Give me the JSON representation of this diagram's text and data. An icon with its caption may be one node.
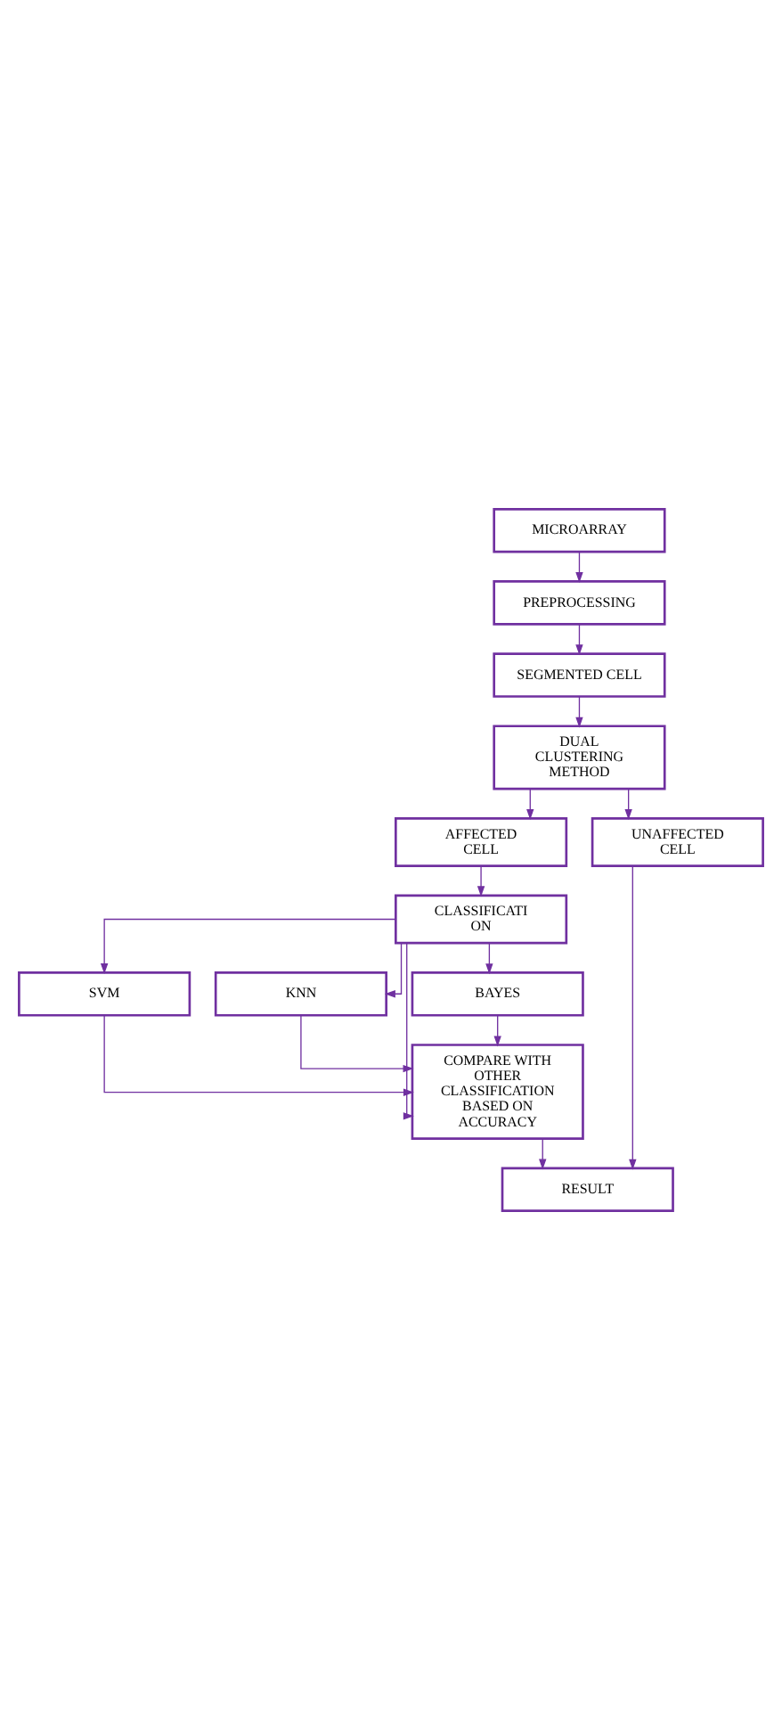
{
  "diagram": {
    "nodes": [
      {
        "text": [
          "MICROARRAY"
        ]
      },
      {
        "text": [
          "PREPROCESSING"
        ]
      },
      {
        "text": [
          "SEGMENTED CELL"
        ]
      },
      {
        "text": [
          "DUAL CLUSTERING METHOD"
        ]
      },
      {
        "text": [
          "AFFECTED CELL"
        ]
      },
      {
        "text": [
          "UNAFFECTED CELL"
        ]
      },
      {
        "text": [
          "CLASSIFICATI ON"
        ]
      },
      {
        "text": [
          "SVM"
        ]
      },
      {
        "text": [
          "KNN"
        ]
      },
      {
        "text": [
          "BAYES"
        ]
      },
      {
        "text": [
          "COMPARE WITH OTHER CLASSIFICATION BASED ON ACCURACY"
        ]
      },
      {
        "text": [
          "RESULT"
        ]
      }
    ],
    "edges": [
      {
        "from": 0,
        "to": 1,
        "arrow": "to"
      },
      {
        "from": 1,
        "to": 2,
        "arrow": "to"
      },
      {
        "from": 2,
        "to": 3,
        "arrow": "to"
      },
      {
        "from": 3,
        "to": 4,
        "arrow": "to"
      },
      {
        "from": 3,
        "to": 5,
        "arrow": "to"
      },
      {
        "from": 4,
        "to": 6,
        "arrow": "to"
      },
      {
        "from": 6,
        "to": 7,
        "arrow": "to"
      },
      {
        "from": 6,
        "to": 8,
        "arrow": "to"
      },
      {
        "from": 6,
        "to": 9,
        "arrow": "to"
      },
      {
        "from": 6,
        "to": 10,
        "arrow": "to"
      },
      {
        "from": 7,
        "to": 10,
        "arrow": "to"
      },
      {
        "from": 8,
        "to": 10,
        "arrow": "to"
      },
      {
        "from": 9,
        "to": 10,
        "arrow": "to"
      },
      {
        "from": 10,
        "to": 11,
        "arrow": "to"
      },
      {
        "from": 5,
        "to": 11,
        "arrow": "to"
      }
    ]
  }
}
